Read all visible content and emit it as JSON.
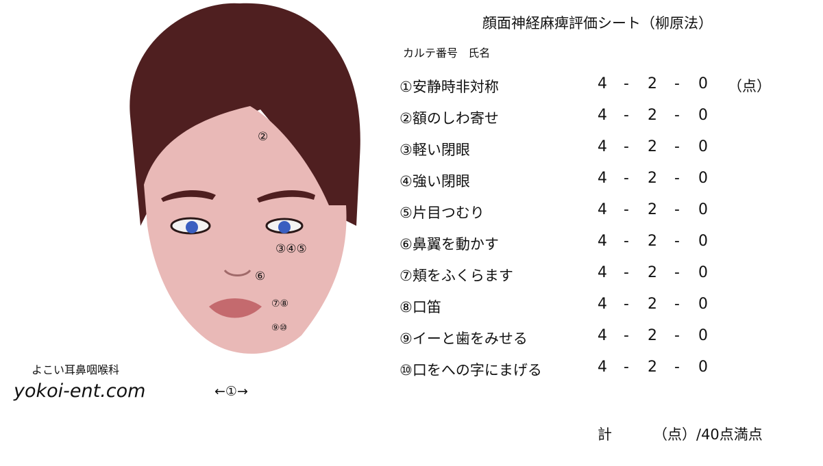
{
  "title": "顔面神経麻痺評価シート（柳原法）",
  "subheader": {
    "chart_no_label": "カルテ番号",
    "name_label": "氏名"
  },
  "score_header_unit": "（点）",
  "scores": [
    "4",
    "-",
    "2",
    "-",
    "0"
  ],
  "items": [
    {
      "label": "①安静時非対称"
    },
    {
      "label": "②額のしわ寄せ"
    },
    {
      "label": "③軽い閉眼"
    },
    {
      "label": "④強い閉眼"
    },
    {
      "label": "⑤片目つむり"
    },
    {
      "label": "⑥鼻翼を動かす"
    },
    {
      "label": "⑦頬をふくらます"
    },
    {
      "label": "⑧口笛"
    },
    {
      "label": "⑨イーと歯をみせる"
    },
    {
      "label": "⑩口をへの字にまげる"
    }
  ],
  "total": {
    "label": "計",
    "suffix": "（点）/40点満点"
  },
  "face_markers": {
    "forehead": "②",
    "eyes": "③④⑤",
    "nose": "⑥",
    "cheek_mouth": "⑦⑧",
    "lips": "⑨⑩",
    "asymmetry": "←①→"
  },
  "clinic": {
    "name": "よこい耳鼻咽喉科",
    "url": "yokoi-ent.com"
  },
  "colors": {
    "hair": "#4f1f20",
    "skin": "#e9b9b7",
    "eyes": "#3a5fc0"
  }
}
